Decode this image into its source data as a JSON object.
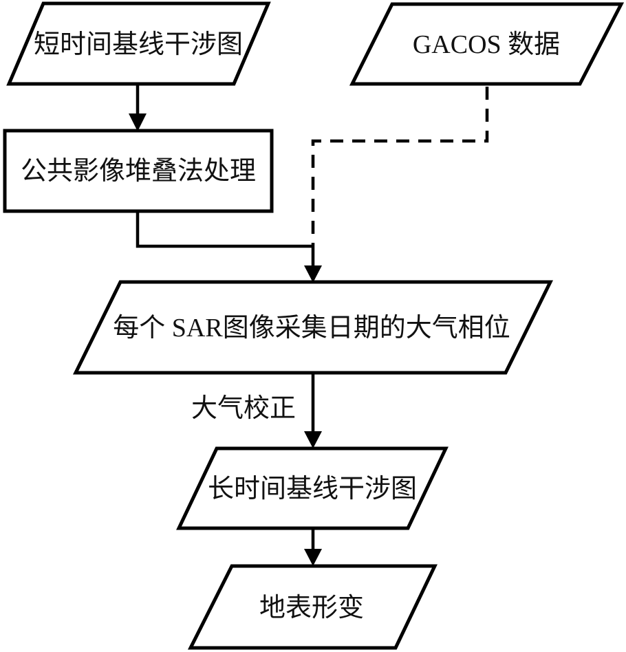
{
  "figure": {
    "type": "flowchart",
    "background": "#ffffff",
    "line_color": "#000000",
    "text_color": "#111111",
    "nodes": {
      "short_interferogram": {
        "shape": "parallelogram",
        "label": "短时间基线干涉图"
      },
      "gacos": {
        "shape": "parallelogram",
        "label": "GACOS 数据"
      },
      "stacking": {
        "shape": "rectangle",
        "label": "公共影像堆叠法处理"
      },
      "atmos_phase": {
        "shape": "parallelogram",
        "label": "每个 SAR图像采集日期的大气相位"
      },
      "long_interferogram": {
        "shape": "parallelogram",
        "label": "长时间基线干涉图"
      },
      "deformation": {
        "shape": "parallelogram",
        "label": "地表形变"
      }
    },
    "connections": [
      {
        "from": "short_interferogram",
        "to": "stacking",
        "style": "solid-arrow"
      },
      {
        "from": "gacos",
        "to": "atmos_phase",
        "style": "dashed"
      },
      {
        "from": "stacking",
        "to": "atmos_phase",
        "style": "solid-arrow"
      },
      {
        "from": "atmos_phase",
        "to": "long_interferogram",
        "style": "solid-arrow",
        "label": "大气校正"
      },
      {
        "from": "long_interferogram",
        "to": "deformation",
        "style": "solid-arrow"
      }
    ]
  }
}
